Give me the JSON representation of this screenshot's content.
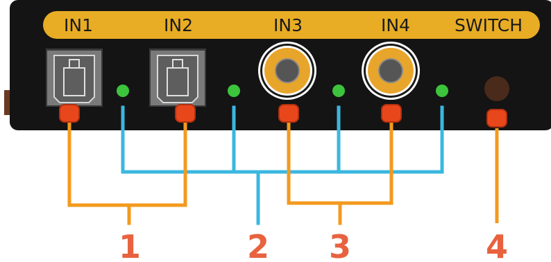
{
  "device": {
    "port_labels": [
      "IN1",
      "IN2",
      "IN3",
      "IN4",
      "SWITCH"
    ],
    "colors": {
      "body": "#141414",
      "label_strip": "#e8ad25",
      "optical_housing": "#6e6e6e",
      "coax_ring": "#e8a52c",
      "led": "#3cc43c",
      "button": "#e8471c",
      "switch_knob": "#4a2a1a",
      "orange_line": "#f39a1e",
      "blue_line": "#3bb7e0",
      "callout": "#e8623f"
    }
  },
  "callouts": [
    "1",
    "2",
    "3",
    "4"
  ]
}
